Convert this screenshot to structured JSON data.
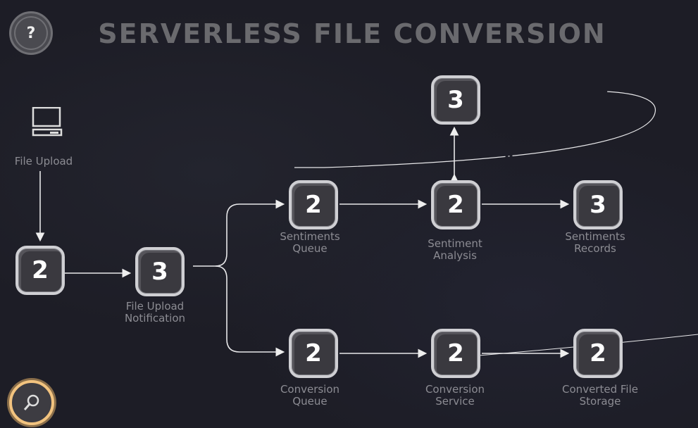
{
  "title": "SERVERLESS FILE CONVERSION",
  "buttons": {
    "help": "?",
    "search_icon": "magnifier-icon"
  },
  "source": {
    "label": "File Upload",
    "icon": "computer-icon"
  },
  "nodes": [
    {
      "id": "n1",
      "value": "2",
      "label": ""
    },
    {
      "id": "n2",
      "value": "3",
      "label": "File Upload Notification"
    },
    {
      "id": "sq",
      "value": "2",
      "label": "Sentiments Queue"
    },
    {
      "id": "sa",
      "value": "2",
      "label": "Sentiment Analysis"
    },
    {
      "id": "sr",
      "value": "3",
      "label": "Sentiments Records"
    },
    {
      "id": "top",
      "value": "3",
      "label": ""
    },
    {
      "id": "cq",
      "value": "2",
      "label": "Conversion Queue"
    },
    {
      "id": "cs",
      "value": "2",
      "label": "Conversion Service"
    },
    {
      "id": "cfs",
      "value": "2",
      "label": "Converted File Storage"
    }
  ]
}
